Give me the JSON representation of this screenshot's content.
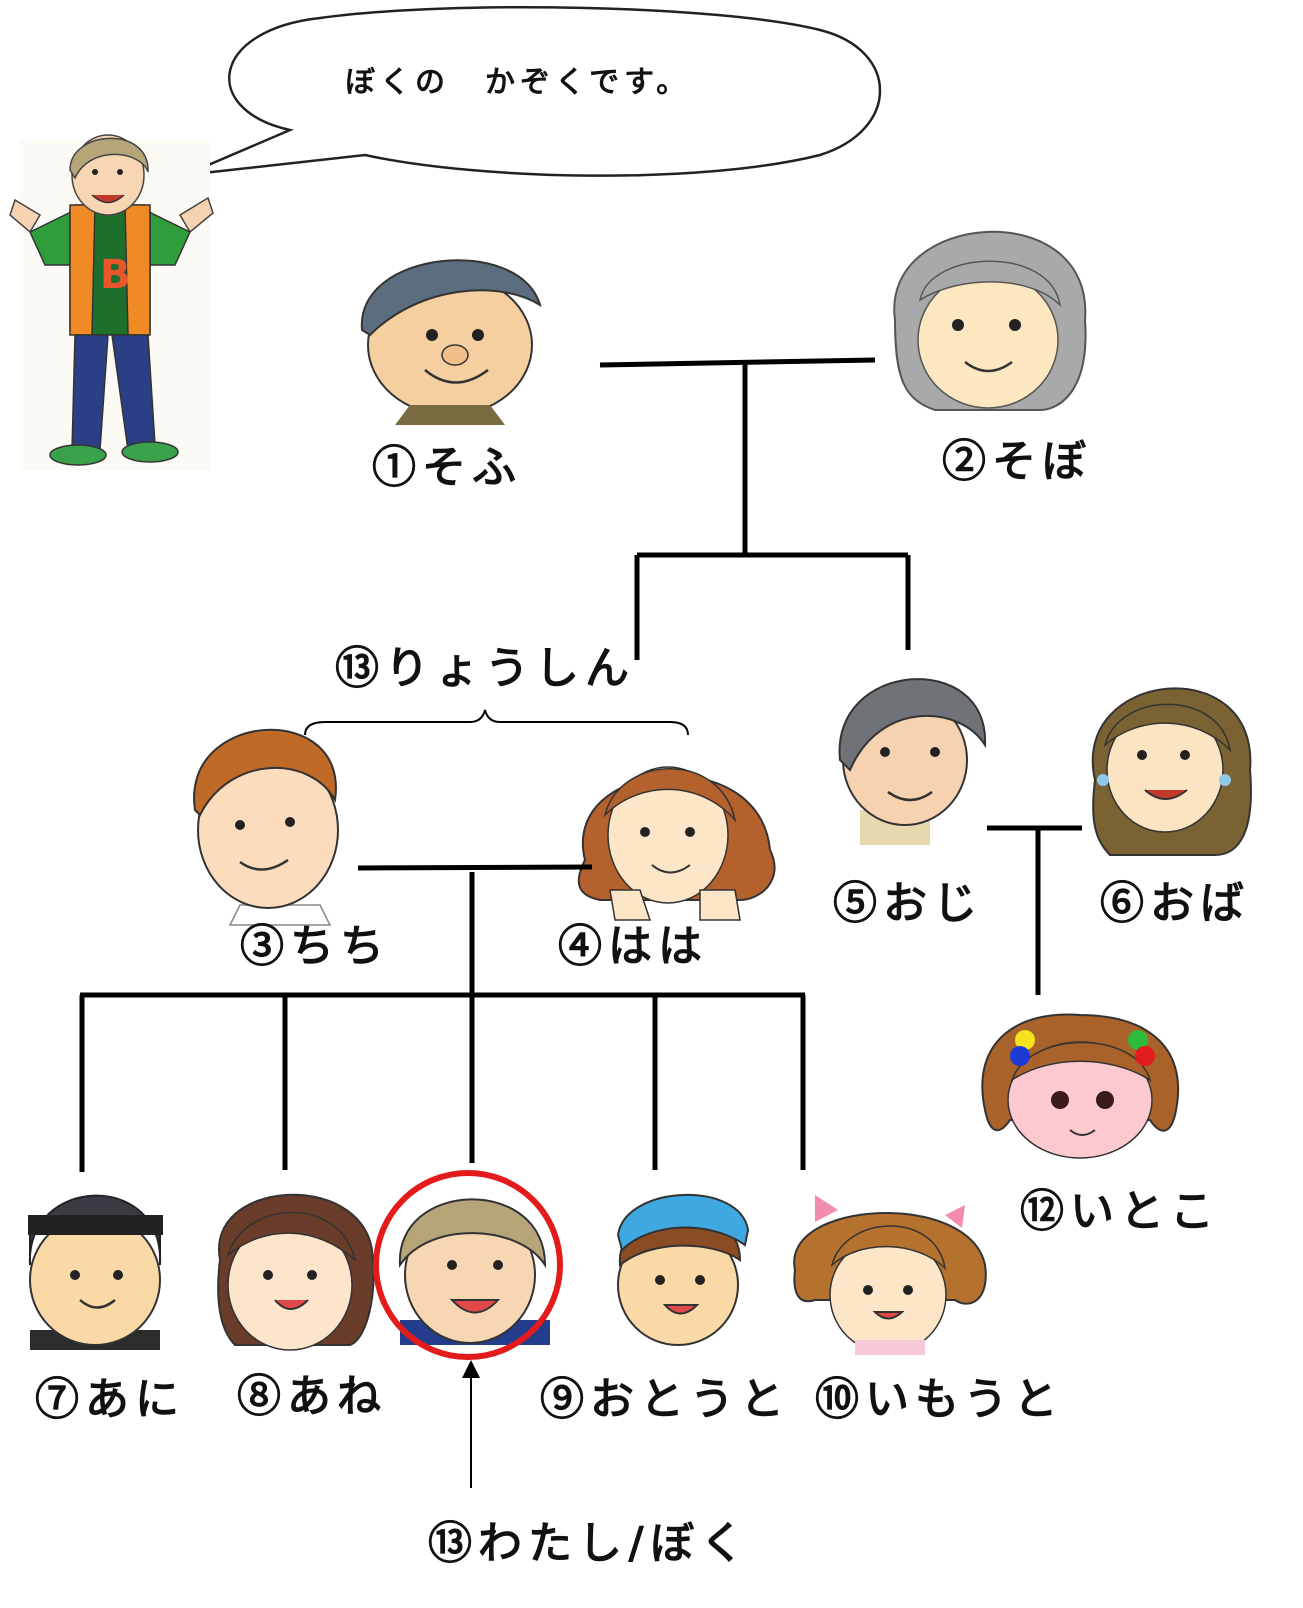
{
  "speech": "ぼくの　かぞくです。",
  "members": {
    "sofu": "①そふ",
    "sobo": "②そぼ",
    "ryoushin": "⑬りょうしん",
    "chichi": "③ちち",
    "haha": "④はは",
    "oji": "⑤おじ",
    "oba": "⑥おば",
    "ani": "⑦あに",
    "ane": "⑧あね",
    "otouto": "⑨おとうと",
    "imouto": "⑩いもうと",
    "itoko": "⑫いとこ",
    "watashi": "⑬わたし/ぼく"
  },
  "colors": {
    "highlight": "#e31b1b",
    "line": "#000000"
  }
}
